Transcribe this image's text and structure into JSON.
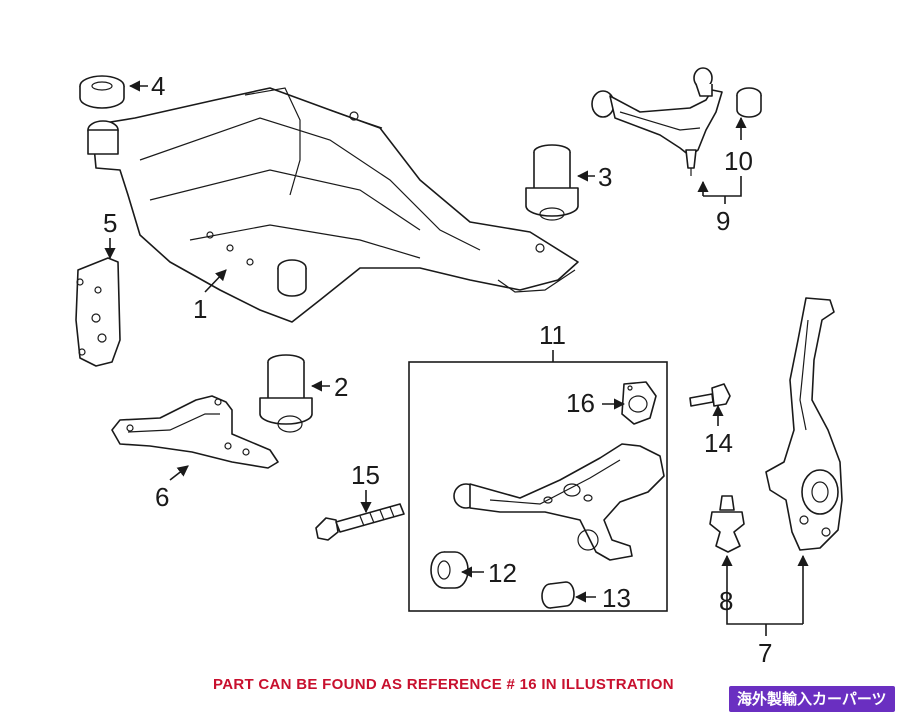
{
  "callouts": {
    "c1": "1",
    "c2": "2",
    "c3": "3",
    "c4": "4",
    "c5": "5",
    "c6": "6",
    "c7": "7",
    "c8": "8",
    "c9": "9",
    "c10": "10",
    "c11": "11",
    "c12": "12",
    "c13": "13",
    "c14": "14",
    "c15": "15",
    "c16": "16"
  },
  "footer_note": "PART CAN BE FOUND AS REFERENCE # 16 IN ILLUSTRATION",
  "badge_text": "海外製輸入カーパーツ",
  "colors": {
    "note_red": "#c8102e",
    "badge_purple": "#6a2fc1",
    "line": "#1a1a1a"
  }
}
